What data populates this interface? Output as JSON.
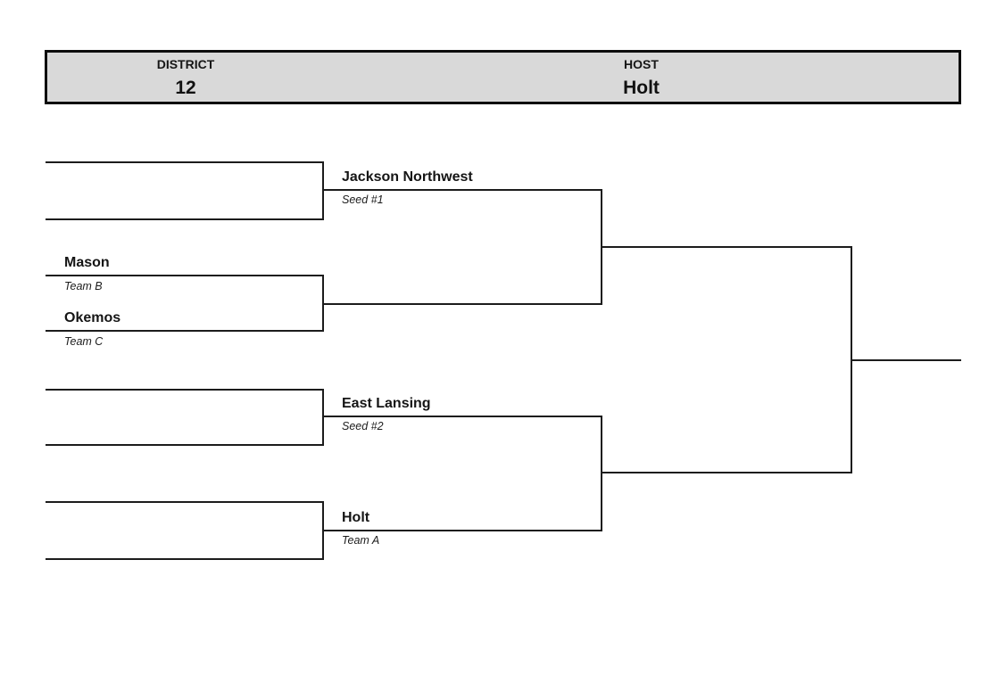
{
  "header": {
    "district_label": "DISTRICT",
    "district_value": "12",
    "host_label": "HOST",
    "host_value": "Holt"
  },
  "slots": {
    "jackson_northwest": {
      "name": "Jackson Northwest",
      "sub": "Seed #1"
    },
    "mason": {
      "name": "Mason",
      "sub": "Team B"
    },
    "okemos": {
      "name": "Okemos",
      "sub": "Team C"
    },
    "east_lansing": {
      "name": "East Lansing",
      "sub": "Seed #2"
    },
    "holt": {
      "name": "Holt",
      "sub": "Team A"
    }
  },
  "colors": {
    "header_fill": "#d9d9d9",
    "header_border": "#0d0d0d",
    "line": "#1c1c1c"
  }
}
